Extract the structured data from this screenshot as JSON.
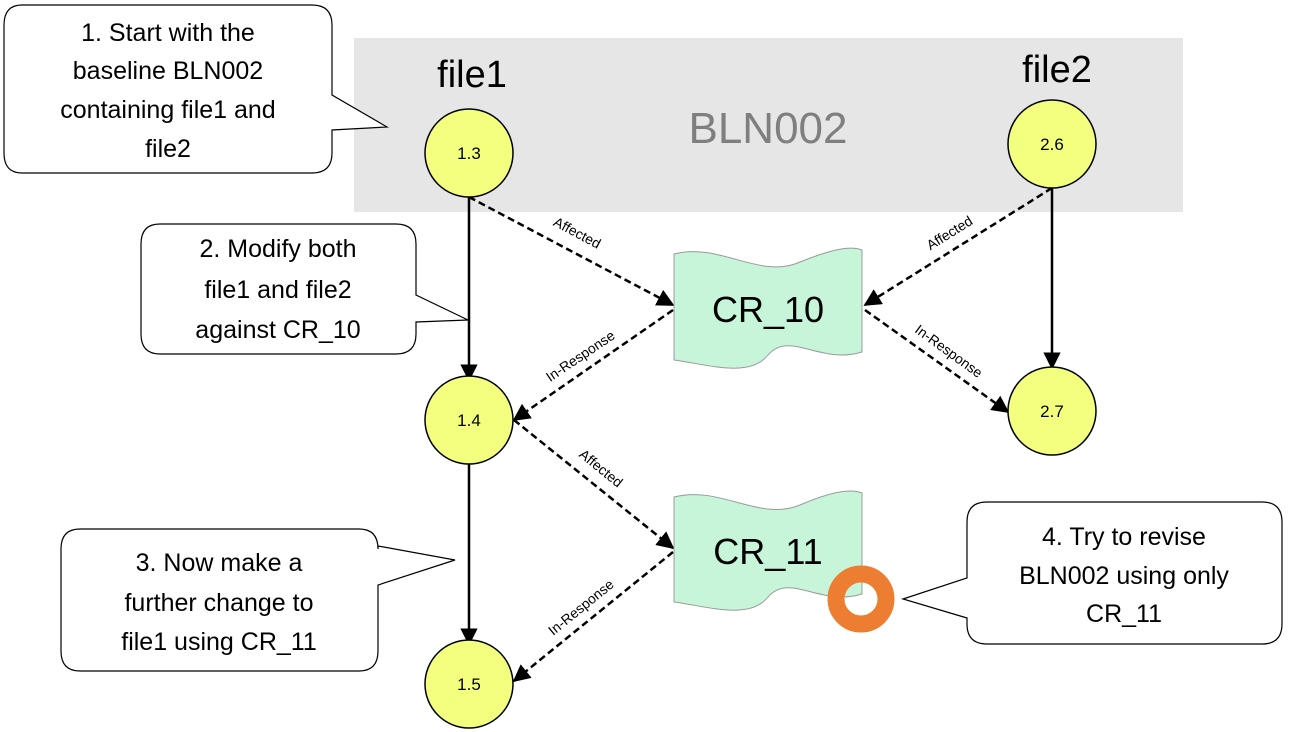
{
  "baseline": {
    "label": "BLN002",
    "color": "#e6e6e6",
    "text_color": "#7f7f7f"
  },
  "files": [
    {
      "id": "file1",
      "label": "file1"
    },
    {
      "id": "file2",
      "label": "file2"
    }
  ],
  "versions": [
    {
      "id": "v13",
      "label": "1.3",
      "file": "file1"
    },
    {
      "id": "v14",
      "label": "1.4",
      "file": "file1"
    },
    {
      "id": "v15",
      "label": "1.5",
      "file": "file1"
    },
    {
      "id": "v26",
      "label": "2.6",
      "file": "file2"
    },
    {
      "id": "v27",
      "label": "2.7",
      "file": "file2"
    }
  ],
  "change_requests": [
    {
      "id": "cr10",
      "label": "CR_10"
    },
    {
      "id": "cr11",
      "label": "CR_11"
    }
  ],
  "edges": [
    {
      "from": "v13",
      "to": "v14",
      "style": "solid",
      "label": ""
    },
    {
      "from": "v14",
      "to": "v15",
      "style": "solid",
      "label": ""
    },
    {
      "from": "v26",
      "to": "v27",
      "style": "solid",
      "label": ""
    },
    {
      "from": "v13",
      "to": "cr10",
      "style": "dashed",
      "label": "Affected"
    },
    {
      "from": "v26",
      "to": "cr10",
      "style": "dashed",
      "label": "Affected"
    },
    {
      "from": "cr10",
      "to": "v14",
      "style": "dashed",
      "label": "In-Response"
    },
    {
      "from": "cr10",
      "to": "v27",
      "style": "dashed",
      "label": "In-Response"
    },
    {
      "from": "v14",
      "to": "cr11",
      "style": "dashed",
      "label": "Affected"
    },
    {
      "from": "cr11",
      "to": "v15",
      "style": "dashed",
      "label": "In-Response"
    }
  ],
  "callouts": [
    {
      "id": "step1",
      "lines": [
        "1. Start with the",
        "baseline BLN002",
        "containing file1 and",
        "file2"
      ]
    },
    {
      "id": "step2",
      "lines": [
        "2. Modify both",
        "file1 and file2",
        "against CR_10"
      ]
    },
    {
      "id": "step3",
      "lines": [
        "3. Now make a",
        "further change to",
        "file1 using CR_11"
      ]
    },
    {
      "id": "step4",
      "lines": [
        "4. Try to revise",
        "BLN002 using only",
        "CR_11"
      ]
    }
  ],
  "colors": {
    "node_fill": "#f3ff7f",
    "cr_fill": "#c6f5d9",
    "marker": "#ed7d31"
  }
}
